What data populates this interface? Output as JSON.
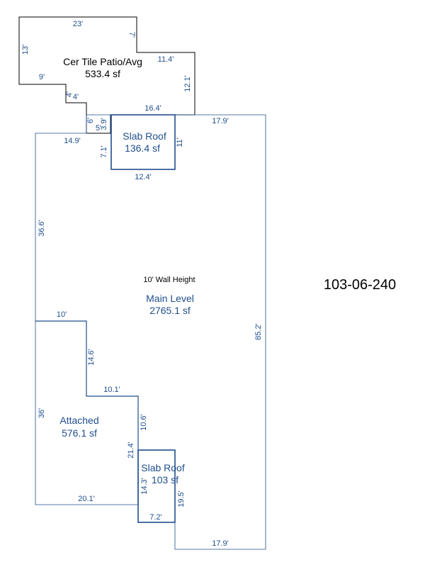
{
  "parcel_id": "103-06-240",
  "areas": {
    "patio": {
      "name": "Cer Tile Patio/Avg",
      "area": "533.4 sf"
    },
    "slab_top": {
      "name": "Slab Roof",
      "area": "136.4 sf"
    },
    "main": {
      "note": "10' Wall Height",
      "name": "Main Level",
      "area": "2765.1 sf"
    },
    "attached": {
      "name": "Attached",
      "area": "576.1 sf"
    },
    "slab_bottom": {
      "name": "Slab Roof",
      "area": "103 sf"
    }
  },
  "dimensions": {
    "patio_top": "23'",
    "patio_left": "13'",
    "patio_notch_v": "7'",
    "patio_mid": "11.4'",
    "patio_right": "12.1'",
    "patio_bottom_left": "9'",
    "patio_step_a": "4'",
    "patio_step_b": "4'",
    "patio_step_v": "6'",
    "patio_bottom": "16.4'",
    "small_h": "5'",
    "small_v": "3.9'",
    "main_top_right": "17.9'",
    "main_top_left": "14.9'",
    "slab_top_left": "7.1'",
    "slab_top_right": "11'",
    "slab_top_bottom": "12.4'",
    "main_left_upper": "36.6'",
    "main_right": "85.2'",
    "attached_top": "10'",
    "attached_step_v": "14.6'",
    "attached_step_h": "10.1'",
    "attached_step_v2": "10.6'",
    "attached_left": "36'",
    "attached_right": "21.4'",
    "attached_bottom": "20.1'",
    "slab_bottom_left": "14.3'",
    "slab_bottom_right": "19.5'",
    "slab_bottom_bottom": "7.2'",
    "main_bottom": "17.9'"
  }
}
